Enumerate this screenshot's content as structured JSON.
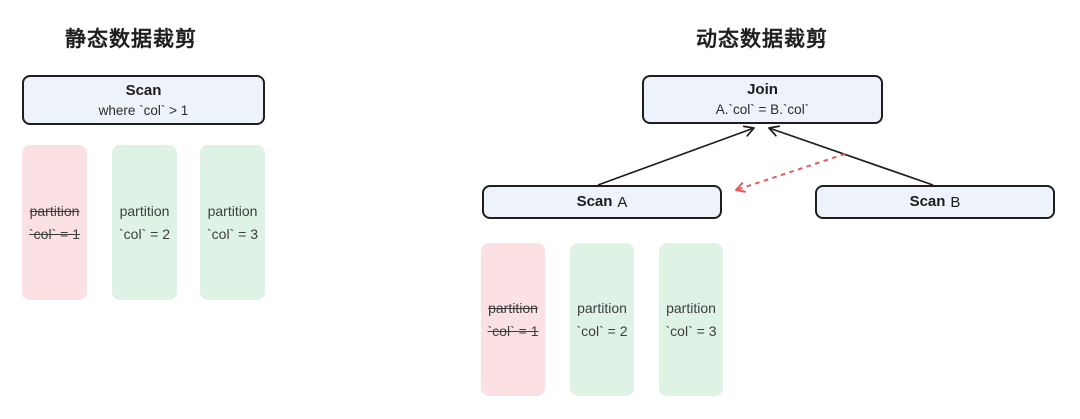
{
  "static_panel": {
    "title": "静态数据裁剪",
    "scan": {
      "name": "Scan",
      "predicate": "where `col` > 1"
    },
    "partitions": [
      {
        "line1": "partition",
        "line2": "`col` = 1",
        "pruned": true
      },
      {
        "line1": "partition",
        "line2": "`col` = 2",
        "pruned": false
      },
      {
        "line1": "partition",
        "line2": "`col` = 3",
        "pruned": false
      }
    ]
  },
  "dynamic_panel": {
    "title": "动态数据裁剪",
    "join": {
      "name": "Join",
      "condition": "A.`col` = B.`col`"
    },
    "scan_a": {
      "name": "Scan",
      "label": "A"
    },
    "scan_b": {
      "name": "Scan",
      "label": "B"
    },
    "partitions": [
      {
        "line1": "partition",
        "line2": "`col` = 1",
        "pruned": true
      },
      {
        "line1": "partition",
        "line2": "`col` = 2",
        "pruned": false
      },
      {
        "line1": "partition",
        "line2": "`col` = 3",
        "pruned": false
      }
    ]
  },
  "colors": {
    "node_fill": "#eef2fb",
    "node_border": "#1e1e1e",
    "edge": "#1e1e1e",
    "prune_edge": "#e15b5b",
    "pruned_fill": "#fce1e4",
    "kept_fill": "#def2e6",
    "text": "#3d3d3d"
  }
}
